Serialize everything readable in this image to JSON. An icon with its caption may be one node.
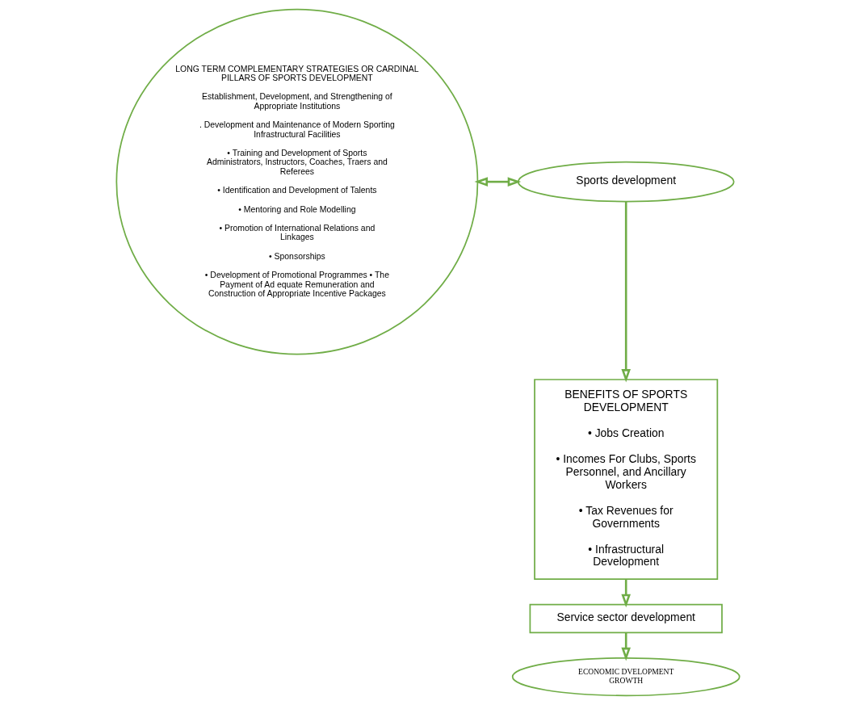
{
  "diagram": {
    "nodes": [
      {
        "text": [
          "LONG TERM COMPLEMENTARY STRATEGIES OR CARDINAL PILLARS OF SPORTS DEVELOPMENT",
          "Establishment, Development, and Strengthening of Appropriate Institutions",
          ". Development and Maintenance of Modern Sporting Infrastructural Facilities",
          "• Training and Development of Sports Administrators, Instructors, Coaches, Traers and Referees",
          "• Identification and Development of Talents",
          "• Mentoring and Role Modelling",
          "• Promotion of International Relations and Linkages",
          "• Sponsorships",
          "• Development of Promotional Programmes • The Payment of Ad equate Remuneration and Construction of Appropriate Incentive Packages"
        ]
      },
      {
        "text": [
          "Sports development"
        ]
      },
      {
        "text": [
          "BENEFITS OF SPORTS DEVELOPMENT",
          "• Jobs Creation",
          "• Incomes For Clubs, Sports Personnel, and Ancillary Workers",
          "• Tax Revenues for Governments",
          "• Infrastructural Development"
        ]
      },
      {
        "text": [
          "Service sector development"
        ]
      },
      {
        "text": [
          "ECONOMIC DVELOPMENT GROWTH"
        ]
      }
    ],
    "edges": [
      {
        "from": 0,
        "to": 1,
        "arrow": "both"
      },
      {
        "from": 1,
        "to": 2,
        "arrow": "to"
      },
      {
        "from": 2,
        "to": 3,
        "arrow": "to"
      },
      {
        "from": 3,
        "to": 4,
        "arrow": "to"
      }
    ]
  }
}
